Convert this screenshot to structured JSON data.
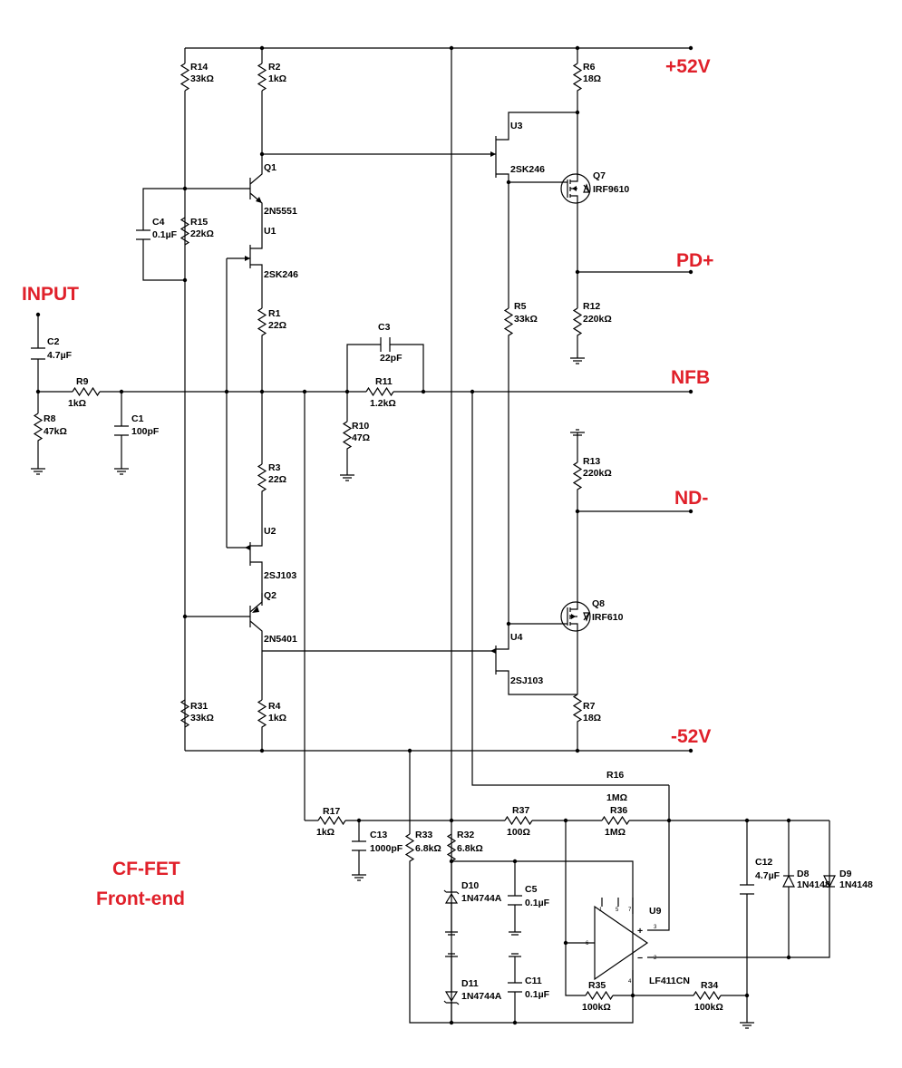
{
  "components": [
    {
      "id": "R14",
      "ref": "R14",
      "value": "33kΩ"
    },
    {
      "id": "R2",
      "ref": "R2",
      "value": "1kΩ"
    },
    {
      "id": "R6",
      "ref": "R6",
      "value": "18Ω"
    },
    {
      "id": "Q1",
      "ref": "Q1",
      "value": "2N5551"
    },
    {
      "id": "U1",
      "ref": "U1",
      "value": "2SK246"
    },
    {
      "id": "U3",
      "ref": "U3",
      "value": "2SK246"
    },
    {
      "id": "Q7",
      "ref": "Q7",
      "value": "IRF9610"
    },
    {
      "id": "C4",
      "ref": "C4",
      "value": "0.1µF"
    },
    {
      "id": "R15",
      "ref": "R15",
      "value": "22kΩ"
    },
    {
      "id": "R1",
      "ref": "R1",
      "value": "22Ω"
    },
    {
      "id": "R5",
      "ref": "R5",
      "value": "33kΩ"
    },
    {
      "id": "R12",
      "ref": "R12",
      "value": "220kΩ"
    },
    {
      "id": "C2",
      "ref": "C2",
      "value": "4.7µF"
    },
    {
      "id": "R9",
      "ref": "R9",
      "value": "1kΩ"
    },
    {
      "id": "R8",
      "ref": "R8",
      "value": "47kΩ"
    },
    {
      "id": "C1",
      "ref": "C1",
      "value": "100pF"
    },
    {
      "id": "C3",
      "ref": "C3",
      "value": "22pF"
    },
    {
      "id": "R11",
      "ref": "R11",
      "value": "1.2kΩ"
    },
    {
      "id": "R10",
      "ref": "R10",
      "value": "47Ω"
    },
    {
      "id": "R13",
      "ref": "R13",
      "value": "220kΩ"
    },
    {
      "id": "R3",
      "ref": "R3",
      "value": "22Ω"
    },
    {
      "id": "U2",
      "ref": "U2",
      "value": "2SJ103"
    },
    {
      "id": "Q2",
      "ref": "Q2",
      "value": "2N5401"
    },
    {
      "id": "Q8",
      "ref": "Q8",
      "value": "IRF610"
    },
    {
      "id": "U4",
      "ref": "U4",
      "value": "2SJ103"
    },
    {
      "id": "R31",
      "ref": "R31",
      "value": "33kΩ"
    },
    {
      "id": "R4",
      "ref": "R4",
      "value": "1kΩ"
    },
    {
      "id": "R7",
      "ref": "R7",
      "value": "18Ω"
    },
    {
      "id": "R16",
      "ref": "R16",
      "value": "1MΩ"
    },
    {
      "id": "R17",
      "ref": "R17",
      "value": "1kΩ"
    },
    {
      "id": "R37",
      "ref": "R37",
      "value": "100Ω"
    },
    {
      "id": "R36",
      "ref": "R36",
      "value": "1MΩ"
    },
    {
      "id": "C13",
      "ref": "C13",
      "value": "1000pF"
    },
    {
      "id": "R33",
      "ref": "R33",
      "value": "6.8kΩ"
    },
    {
      "id": "R32",
      "ref": "R32",
      "value": "6.8kΩ"
    },
    {
      "id": "C12",
      "ref": "C12",
      "value": "4.7µF"
    },
    {
      "id": "D8",
      "ref": "D8",
      "value": "1N4148"
    },
    {
      "id": "D9",
      "ref": "D9",
      "value": "1N4148"
    },
    {
      "id": "D10",
      "ref": "D10",
      "value": "1N4744A"
    },
    {
      "id": "C5",
      "ref": "C5",
      "value": "0.1µF"
    },
    {
      "id": "U9",
      "ref": "U9",
      "value": "LF411CN"
    },
    {
      "id": "D11",
      "ref": "D11",
      "value": "1N4744A"
    },
    {
      "id": "C11",
      "ref": "C11",
      "value": "0.1µF"
    },
    {
      "id": "R35",
      "ref": "R35",
      "value": "100kΩ"
    },
    {
      "id": "R34",
      "ref": "R34",
      "value": "100kΩ"
    }
  ],
  "nets": {
    "vplus": "+52V",
    "pdplus": "PD+",
    "input": "INPUT",
    "nfb": "NFB",
    "ndminus": "ND-",
    "vminus": "-52V"
  },
  "title": {
    "line1": "CF-FET",
    "line2": "Front-end"
  },
  "opamp_pins": {
    "p1": "1",
    "p5": "5",
    "p7": "7",
    "p6": "6",
    "p3": "3",
    "p2": "2",
    "p4": "4"
  },
  "colors": {
    "net_label": "#e0202a",
    "wire": "#000000"
  }
}
